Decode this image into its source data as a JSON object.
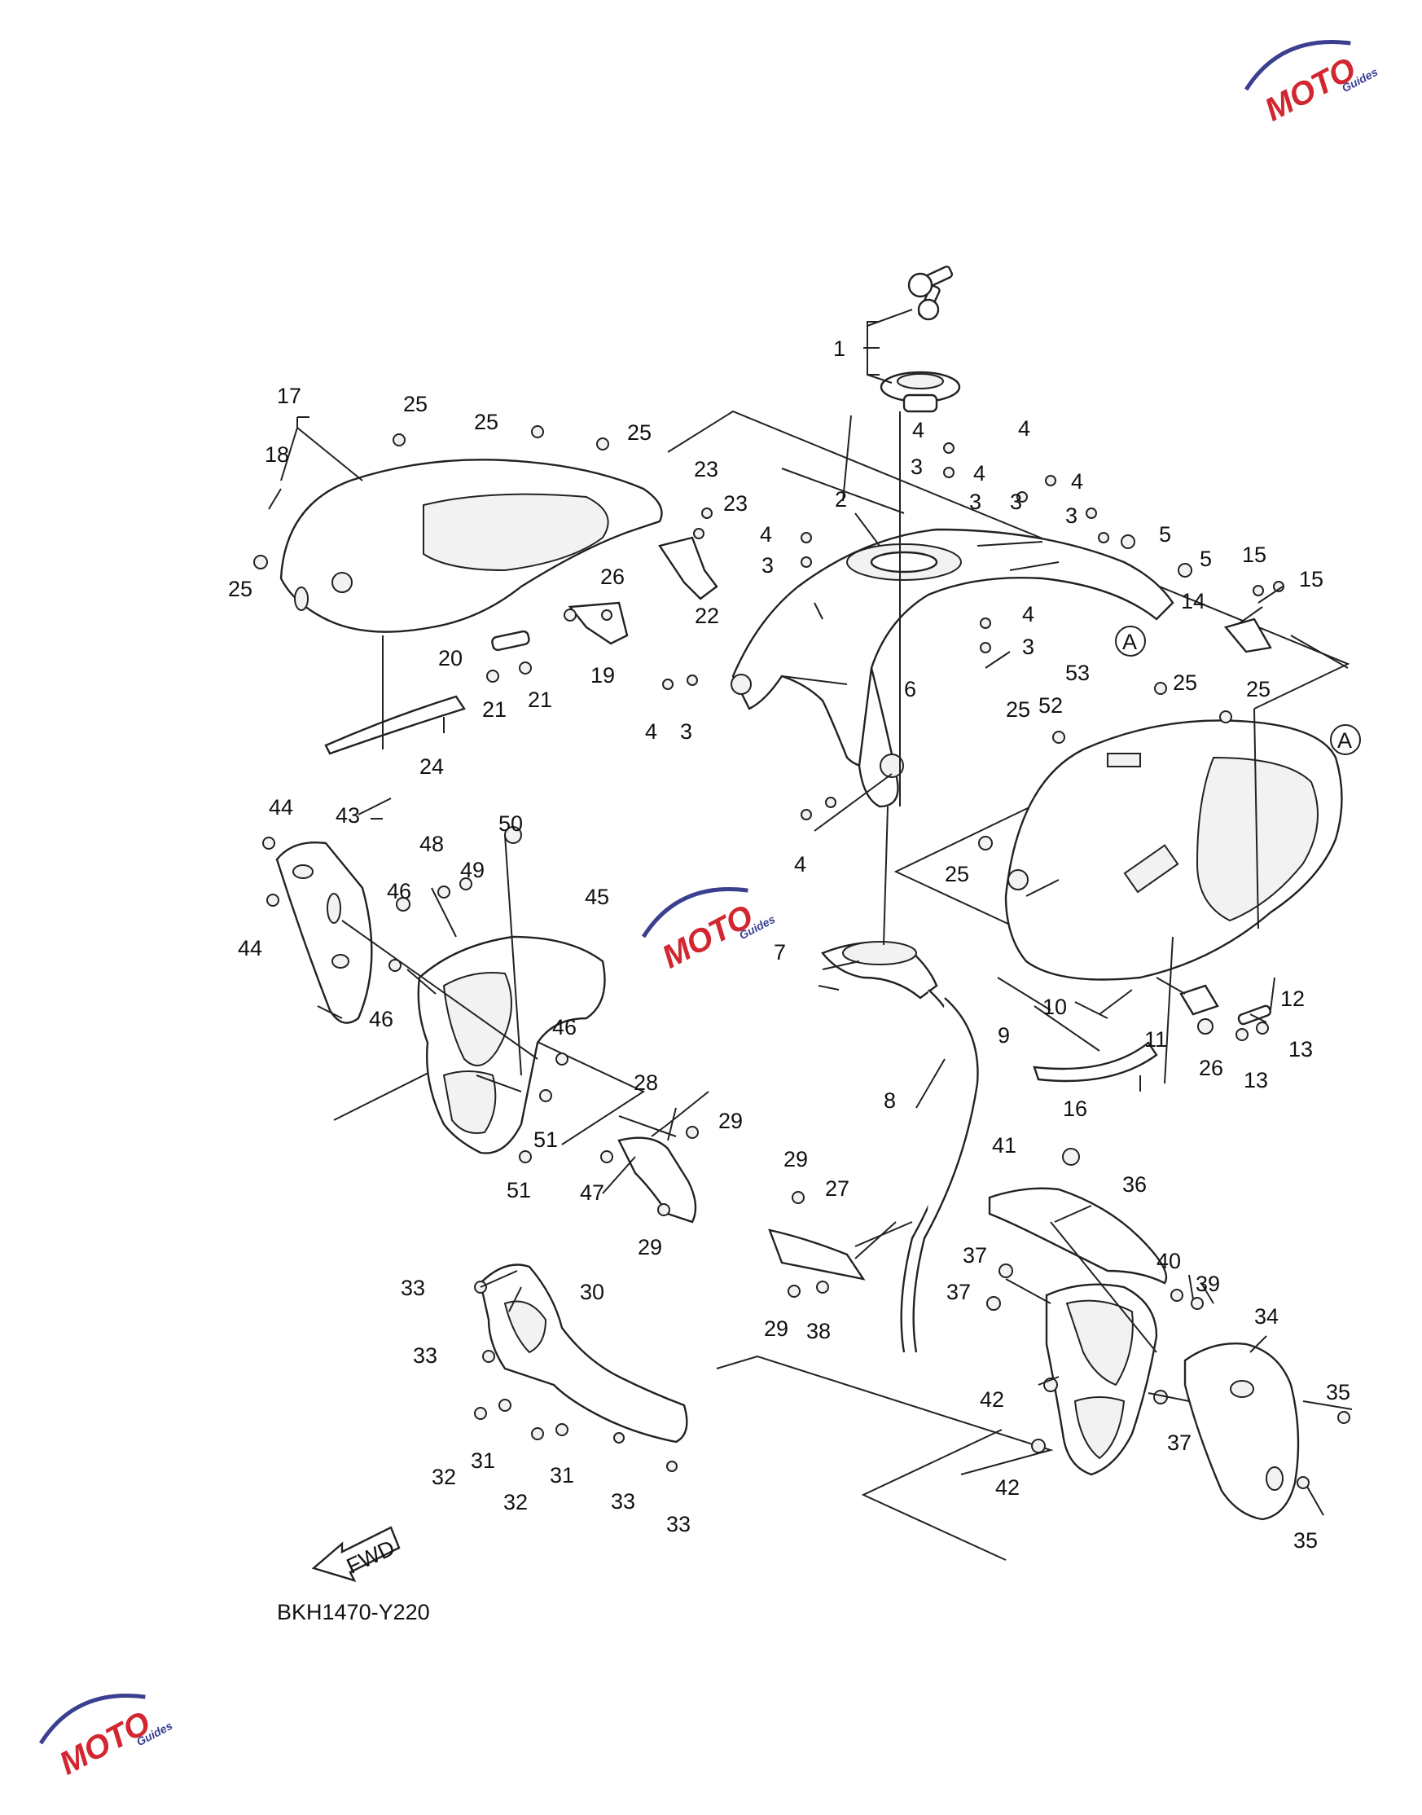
{
  "diagram": {
    "code": "BKH1470-Y220",
    "fwd_label": "FWD",
    "watermark": {
      "text": "MOTO",
      "sub": "Guides",
      "color_primary": "#d22630",
      "color_secondary": "#3a3f8f"
    },
    "callouts": [
      "1",
      "2",
      "3",
      "3",
      "3",
      "3",
      "3",
      "3",
      "3",
      "4",
      "4",
      "4",
      "4",
      "4",
      "4",
      "4",
      "4",
      "5",
      "5",
      "6",
      "7",
      "8",
      "9",
      "10",
      "11",
      "12",
      "13",
      "13",
      "14",
      "15",
      "15",
      "16",
      "17",
      "18",
      "19",
      "20",
      "21",
      "21",
      "22",
      "23",
      "23",
      "24",
      "25",
      "25",
      "25",
      "25",
      "25",
      "25",
      "25",
      "25",
      "26",
      "26",
      "27",
      "28",
      "29",
      "29",
      "29",
      "29",
      "30",
      "31",
      "31",
      "32",
      "32",
      "33",
      "33",
      "33",
      "33",
      "34",
      "35",
      "35",
      "36",
      "37",
      "37",
      "37",
      "38",
      "39",
      "40",
      "41",
      "42",
      "42",
      "43",
      "44",
      "44",
      "45",
      "46",
      "46",
      "46",
      "47",
      "48",
      "49",
      "50",
      "51",
      "51",
      "52",
      "53",
      "A",
      "A"
    ]
  }
}
